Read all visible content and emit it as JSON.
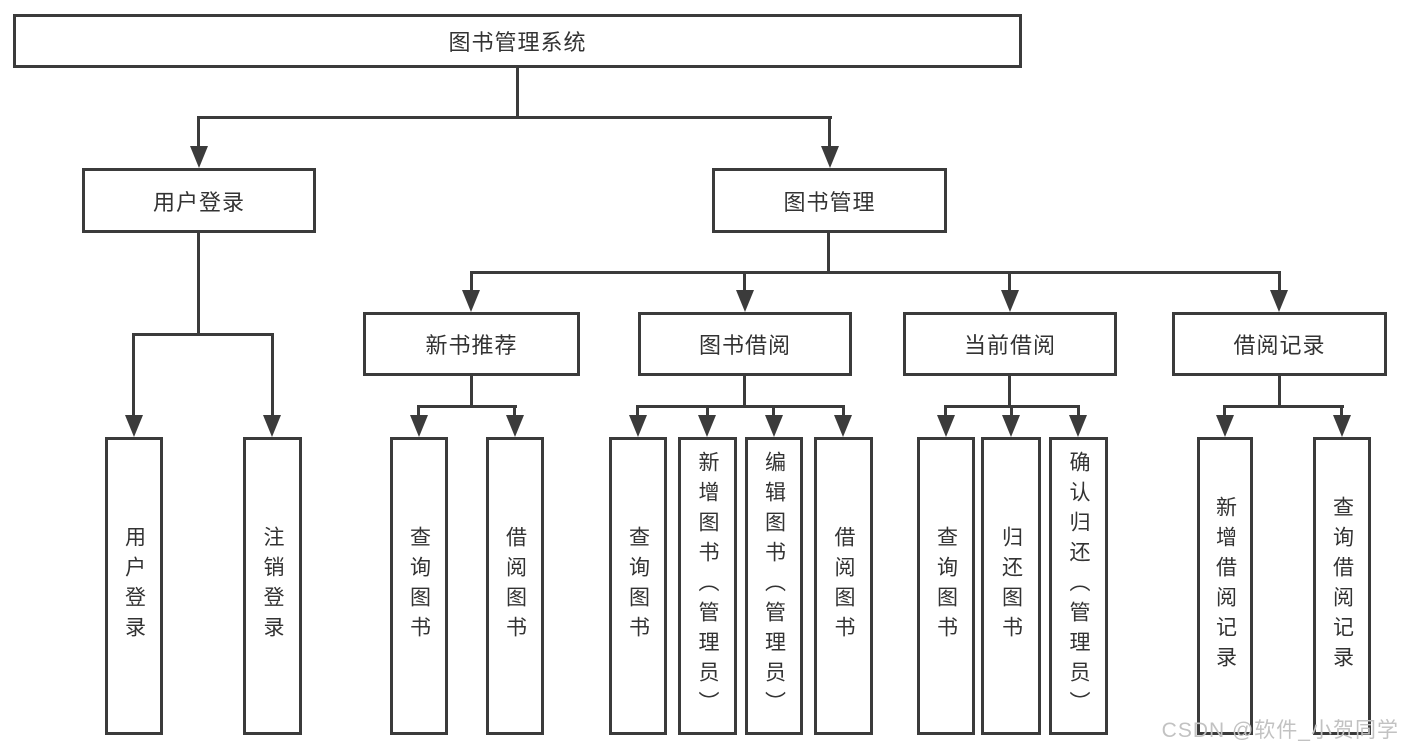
{
  "diagram": {
    "type": "tree",
    "title": "图书管理系统"
  },
  "tree": {
    "root": {
      "label": "图书管理系统"
    },
    "branches": [
      {
        "label": "用户登录",
        "children": [
          {
            "label": "用户登录"
          },
          {
            "label": "注销登录"
          }
        ]
      },
      {
        "label": "图书管理",
        "sections": [
          {
            "label": "新书推荐",
            "children": [
              {
                "label": "查询图书"
              },
              {
                "label": "借阅图书"
              }
            ]
          },
          {
            "label": "图书借阅",
            "children": [
              {
                "label": "查询图书"
              },
              {
                "label": "新增图书（管理员）"
              },
              {
                "label": "编辑图书（管理员）"
              },
              {
                "label": "借阅图书"
              }
            ]
          },
          {
            "label": "当前借阅",
            "children": [
              {
                "label": "查询图书"
              },
              {
                "label": "归还图书"
              },
              {
                "label": "确认归还（管理员）"
              }
            ]
          },
          {
            "label": "借阅记录",
            "children": [
              {
                "label": "新增借阅记录"
              },
              {
                "label": "查询借阅记录"
              }
            ]
          }
        ]
      }
    ]
  },
  "watermark": {
    "text": "CSDN @软件_小贺同学",
    "color_hex": "#c2c2c2"
  },
  "colors": {
    "line": "#3b3b3b",
    "box_background": "#ffffff",
    "label_text": "#333333"
  }
}
